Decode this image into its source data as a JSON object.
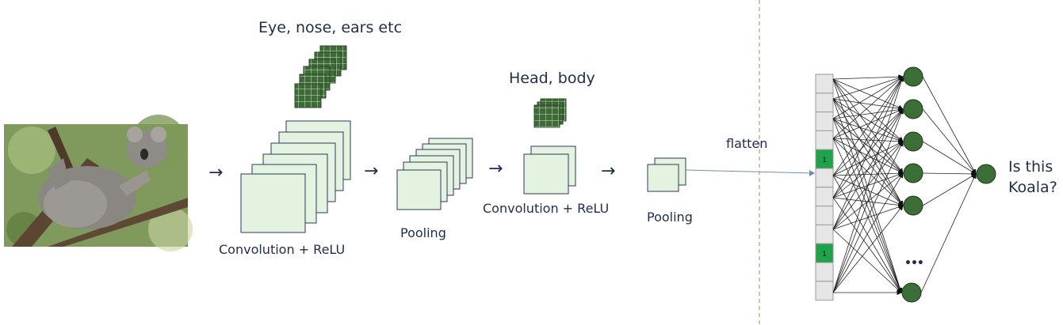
{
  "stages": {
    "features1": "Eye, nose, ears etc",
    "features2": "Head, body",
    "conv1": "Convolution + ReLU",
    "pool1": "Pooling",
    "conv2": "Convolution + ReLU",
    "pool2": "Pooling",
    "flatten": "flatten",
    "question_line1": "Is this",
    "question_line2": "Koala?"
  },
  "arrow_glyph": "→",
  "ellipsis": "•••",
  "flatten_active_value": "1",
  "colors": {
    "map_fill": "#e4f3df",
    "map_stroke": "#2a3a5c",
    "filter_green": "#3e6a38",
    "neuron_green": "#3c6e38",
    "active_cell": "#1ea34a",
    "divider": "#b89a78"
  },
  "photo_subject": "koala-on-branch"
}
